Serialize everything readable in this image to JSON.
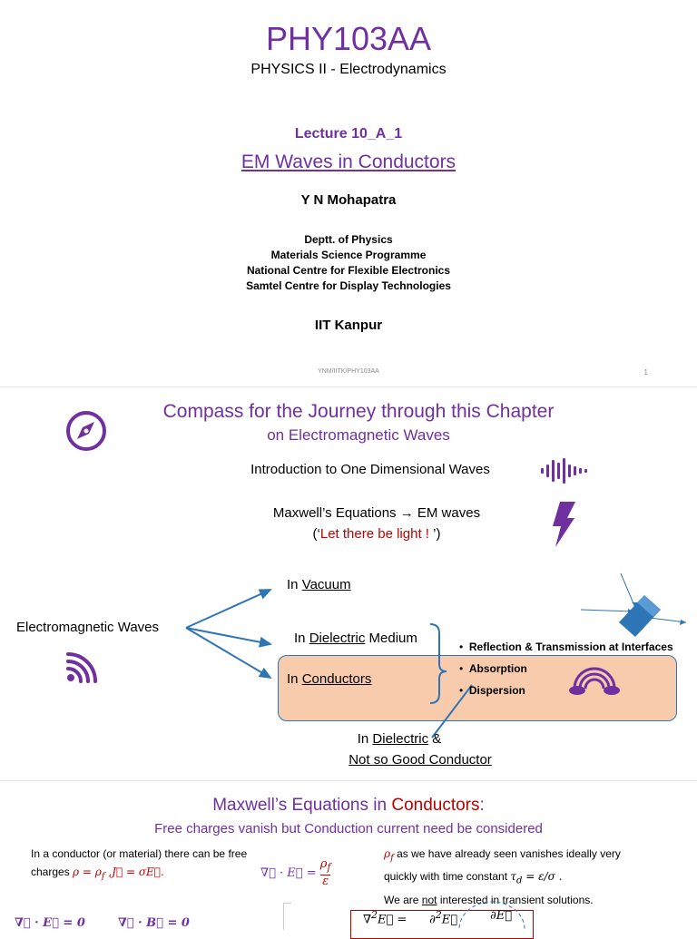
{
  "slide1": {
    "course_code": "PHY103AA",
    "course_title": "PHYSICS II - Electrodynamics",
    "lecture_number": "Lecture 10_A_1",
    "lecture_title": "EM Waves in Conductors",
    "author": "Y N Mohapatra",
    "affiliations": [
      "Deptt. of Physics",
      "Materials Science Programme",
      "National Centre for Flexible Electronics",
      "Samtel Centre for Display Technologies"
    ],
    "institute": "IIT Kanpur",
    "footer_left": "YNM/IITK/PHY103AA",
    "page_number": "1"
  },
  "slide2": {
    "title_line1": "Compass for the Journey through this Chapter",
    "title_line2": "on Electromagnetic Waves",
    "item1": "Introduction to One Dimensional Waves",
    "item2_pre": "Maxwell’s Equations ",
    "item2_arrow": "→",
    "item2_post": " EM waves",
    "item3_open": "(‘",
    "item3_red": "Let there be light ! ",
    "item3_close": "’)",
    "em_waves": "Electromagnetic Waves",
    "in1": "In ",
    "vacuum": "Vacuum",
    "dielectric_word": "Dielectric",
    "medium_word": " Medium",
    "conductors": "Conductors",
    "bullets": [
      "Reflection & Transmission at Interfaces",
      "Absorption",
      "Dispersion"
    ],
    "bottom_in": "In ",
    "bottom_dielectric": "Dielectric",
    "bottom_amp": "  &",
    "bottom_line2": "Not so Good Conductor",
    "icons": [
      "compass-icon",
      "sound-wave-icon",
      "lightning-icon",
      "wifi-signal-icon",
      "rainbow-icon",
      "prism-refraction-icon"
    ],
    "accent": "#7030a0",
    "box_fill": "#f8cbad"
  },
  "slide3": {
    "title_pre": "Maxwell’s Equations in ",
    "title_red": "Conductors",
    "title_post": ":",
    "subtitle": "Free charges vanish but Conduction current need be considered",
    "left_text1": "In a conductor (or material) there can be free",
    "left_text2": "charges ",
    "right_text1": " as we have already seen vanishes ideally very",
    "right_text2": "quickly with  time constant ",
    "right_text3": "We are ",
    "right_not": "not",
    "right_text4": " interested in transient solutions."
  }
}
